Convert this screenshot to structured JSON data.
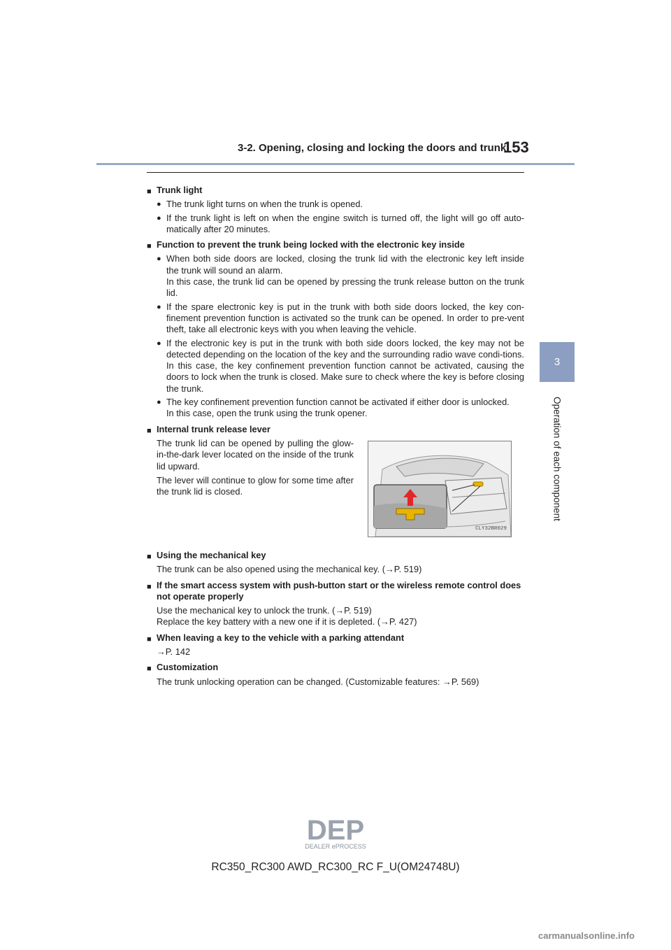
{
  "header": {
    "section_title": "3-2. Opening, closing and locking the doors and trunk",
    "page_number": "153"
  },
  "side_tab": {
    "chapter_number": "3",
    "chapter_title": "Operation of each component"
  },
  "content": {
    "trunk_light": {
      "heading": "Trunk light",
      "bullets": [
        "The trunk light turns on when the trunk is opened.",
        "If the trunk light is left on when the engine switch is turned off, the light will go off auto-matically after 20 minutes."
      ]
    },
    "prevent_lock": {
      "heading": "Function to prevent the trunk being locked with the electronic key inside",
      "bullet1_line1": "When both side doors are locked, closing the trunk lid with the electronic key left inside the trunk will sound an alarm.",
      "bullet1_line2": "In this case, the trunk lid can be opened by pressing the trunk release button on the trunk lid.",
      "bullet2": "If the spare electronic key is put in the trunk with both side doors locked, the key con-finement prevention function is activated so the trunk can be opened. In order to pre-vent theft, take all electronic keys with you when leaving the vehicle.",
      "bullet3": "If the electronic key is put in the trunk with both side doors locked, the key may not be detected depending on the location of the key and the surrounding radio wave condi-tions. In this case, the key confinement prevention function cannot be activated, causing the doors to lock when the trunk is closed. Make sure to check where the key is before closing the trunk.",
      "bullet4_line1": "The key confinement prevention function cannot be activated if either door is unlocked.",
      "bullet4_line2": "In this case, open the trunk using the trunk opener."
    },
    "internal_lever": {
      "heading": "Internal trunk release lever",
      "para1": "The trunk lid can be opened by pulling the glow-in-the-dark lever located on the inside of the trunk lid upward.",
      "para2": "The lever will continue to glow for some time after the trunk lid is closed.",
      "figure_code": "CLY32BR029"
    },
    "mechanical_key": {
      "heading": "Using the mechanical key",
      "text": "The trunk can be also opened using the mechanical key. (→P. 519)"
    },
    "smart_access": {
      "heading": "If the smart access system with push-button start or the wireless remote control does not operate properly",
      "line1": "Use the mechanical key to unlock the trunk. (→P. 519)",
      "line2": "Replace the key battery with a new one if it is depleted. (→P. 427)"
    },
    "parking_attendant": {
      "heading": "When leaving a key to the vehicle with a parking attendant",
      "text": "→P. 142"
    },
    "customization": {
      "heading": "Customization",
      "text": "The trunk unlocking operation can be changed. (Customizable features: →P. 569)"
    }
  },
  "footer": {
    "model_code": "RC350_RC300 AWD_RC300_RC F_U(OM24748U)",
    "logo_text": "DEP",
    "logo_subtext": "DEALER ePROCESS",
    "watermark": "carmanualsonline.info"
  },
  "colors": {
    "header_rule": "#9aa9c6",
    "tab": "#8c9ec1",
    "lever": "#e8b400",
    "arrow": "#e2262b",
    "logo": "#9aa3ad"
  }
}
